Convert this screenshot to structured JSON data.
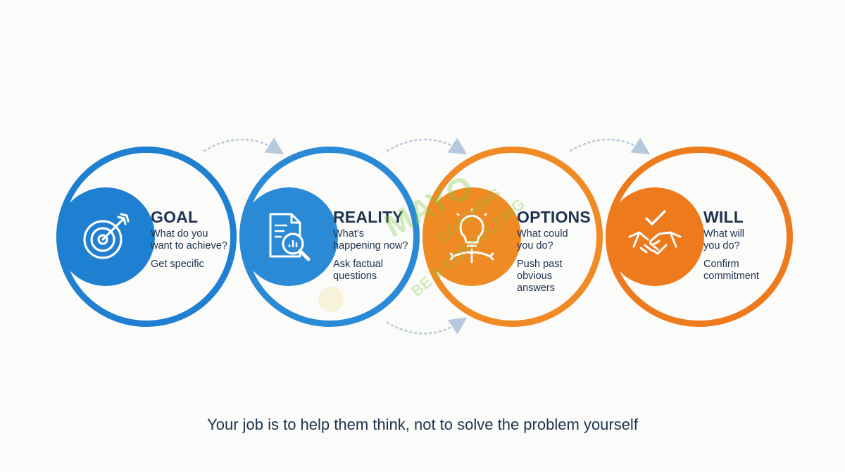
{
  "stages": [
    {
      "title": "GOAL",
      "question": "What do you\nwant to achieve?",
      "tip": "Get specific",
      "icon": "target-icon",
      "color": "#1f7fd0"
    },
    {
      "title": "REALITY",
      "question": "What’s\nhappening now?",
      "tip": "Ask factual\nquestions",
      "icon": "magnifier-document-icon",
      "color": "#2a8ad6"
    },
    {
      "title": "OPTIONS",
      "question": "What could\nyou do?",
      "tip": "Push past\nobvious\nanswers",
      "icon": "lightbulb-arrows-icon",
      "color": "#f08a24"
    },
    {
      "title": "WILL",
      "question": "What will\nyou do?",
      "tip": "Confirm\ncommitment",
      "icon": "handshake-check-icon",
      "color": "#ee7a1e"
    }
  ],
  "footer": "Your job is to help them think, not to solve the problem yourself",
  "watermark": {
    "text_top": "MAYO",
    "text_arc": "COACHING",
    "text_lower": "BE & CONSULTING"
  },
  "colors": {
    "blue": "#1f7fd0",
    "orange": "#f08a24",
    "text": "#1e3350",
    "arrow": "#b7c9dc"
  }
}
